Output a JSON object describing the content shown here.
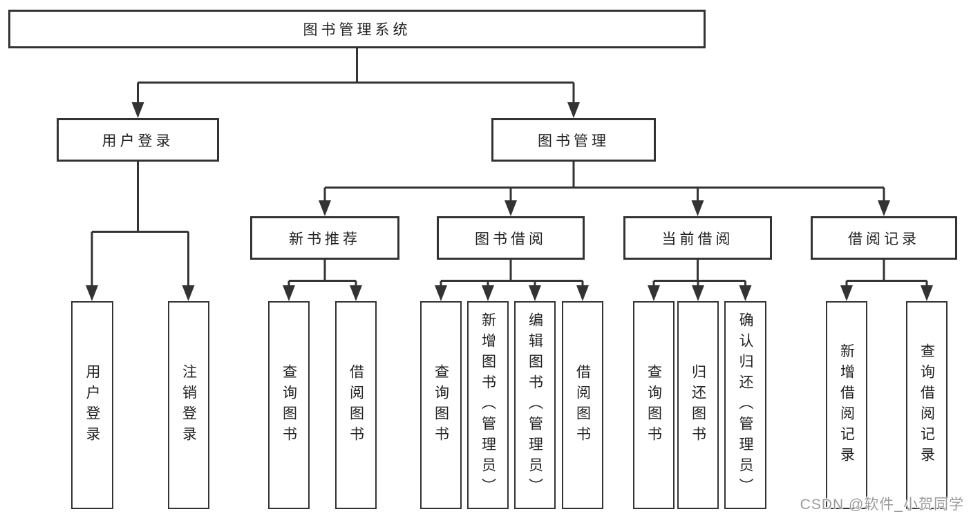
{
  "diagram_title": "图书管理系统",
  "tree": {
    "label": "图书管理系统",
    "children": [
      {
        "label": "用户登录",
        "children": [
          {
            "label": "用户登录"
          },
          {
            "label": "注销登录"
          }
        ]
      },
      {
        "label": "图书管理",
        "children": [
          {
            "label": "新书推荐",
            "children": [
              {
                "label": "查询图书"
              },
              {
                "label": "借阅图书"
              }
            ]
          },
          {
            "label": "图书借阅",
            "children": [
              {
                "label": "查询图书"
              },
              {
                "label": "新增图书（管理员）"
              },
              {
                "label": "编辑图书（管理员）"
              },
              {
                "label": "借阅图书"
              }
            ]
          },
          {
            "label": "当前借阅",
            "children": [
              {
                "label": "查询图书"
              },
              {
                "label": "归还图书"
              },
              {
                "label": "确认归还（管理员）"
              }
            ]
          },
          {
            "label": "借阅记录",
            "children": [
              {
                "label": "新增借阅记录"
              },
              {
                "label": "查询借阅记录"
              }
            ]
          }
        ]
      }
    ]
  },
  "watermark": {
    "text": "CSDN @软件_小贺同学"
  },
  "colors": {
    "line": "#333333",
    "box_border": "#333333",
    "text": "#222222",
    "background": "#ffffff",
    "watermark": "#9b9b9b"
  }
}
